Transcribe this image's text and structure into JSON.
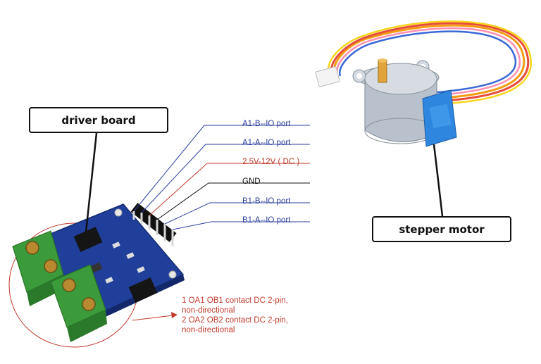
{
  "callouts": {
    "driver_board": "driver board",
    "stepper_motor": "stepper motor"
  },
  "pins": [
    {
      "label": "A1-B--IO port",
      "color": "#2c3e9e"
    },
    {
      "label": "A1-A--IO port",
      "color": "#2c3e9e"
    },
    {
      "label": "2.5V-12V ( DC )",
      "color": "#c0392b"
    },
    {
      "label": "GND",
      "color": "#111111"
    },
    {
      "label": "B1-B--IO port",
      "color": "#2c3e9e"
    },
    {
      "label": "B1-A--IO port",
      "color": "#2c3e9e"
    }
  ],
  "notes": [
    "1 OA1 OB1 contact DC 2-pin,",
    "non-directional",
    "2 OA2 OB2 contact DC 2-pin,",
    "non-directional"
  ],
  "colors": {
    "pcb_blue": "#1f3f9a",
    "terminal_green": "#3b9a3a",
    "motor_body": "#b9c2cc",
    "connector_blue": "#2e86de",
    "annotation_red": "#c0392b"
  }
}
